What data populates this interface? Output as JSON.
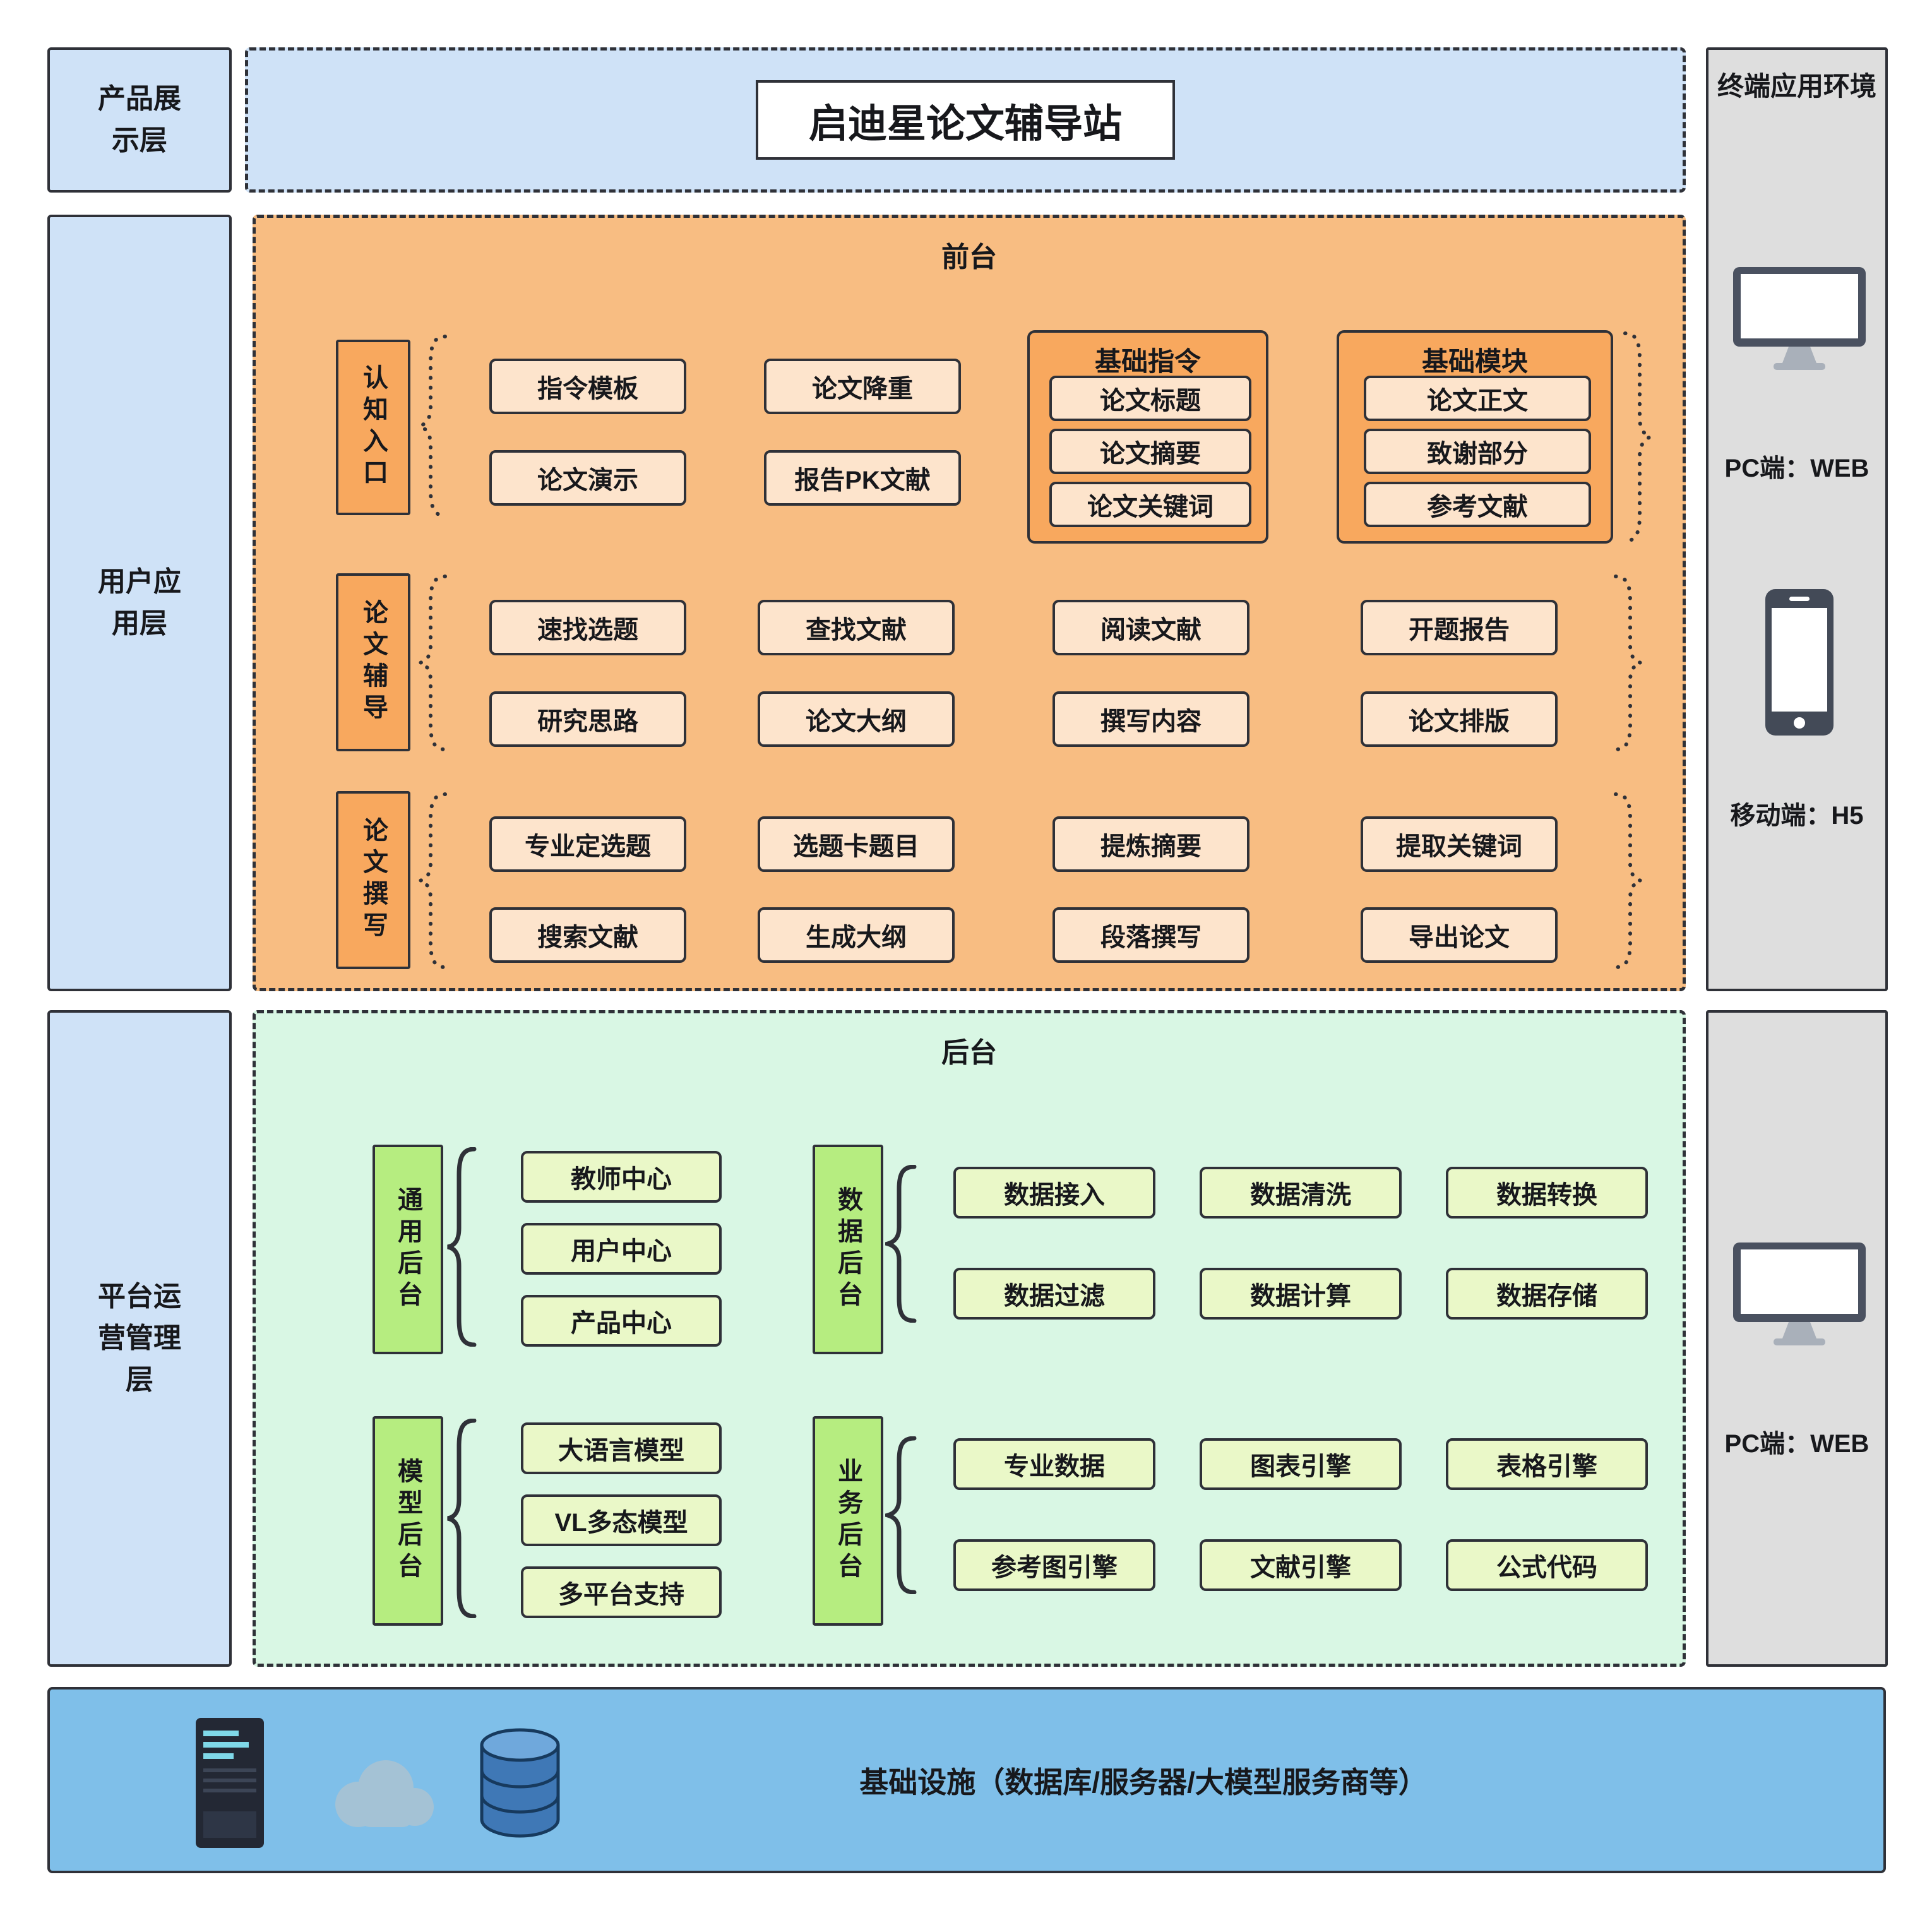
{
  "layers": {
    "product": "产品展示层",
    "user": "用户应用层",
    "platform": "平台运营管理层"
  },
  "title": "启迪星论文辅导站",
  "frontend": {
    "title": "前台",
    "cognition": {
      "label": "认知入口",
      "items": [
        "指令模板",
        "论文演示",
        "论文降重",
        "报告PK文献"
      ],
      "groups": [
        {
          "title": "基础指令",
          "items": [
            "论文标题",
            "论文摘要",
            "论文关键词"
          ]
        },
        {
          "title": "基础模块",
          "items": [
            "论文正文",
            "致谢部分",
            "参考文献"
          ]
        }
      ]
    },
    "tutoring": {
      "label": "论文辅导",
      "items": [
        "速找选题",
        "研究思路",
        "查找文献",
        "论文大纲",
        "阅读文献",
        "撰写内容",
        "开题报告",
        "论文排版"
      ]
    },
    "writing": {
      "label": "论文撰写",
      "items": [
        "专业定选题",
        "搜索文献",
        "选题卡题目",
        "生成大纲",
        "提炼摘要",
        "段落撰写",
        "提取关键词",
        "导出论文"
      ]
    }
  },
  "backend": {
    "title": "后台",
    "general": {
      "label": "通用后台",
      "items": [
        "教师中心",
        "用户中心",
        "产品中心"
      ]
    },
    "data": {
      "label": "数据后台",
      "items": [
        "数据接入",
        "数据清洗",
        "数据转换",
        "数据过滤",
        "数据计算",
        "数据存储"
      ]
    },
    "model": {
      "label": "模型后台",
      "items": [
        "大语言模型",
        "VL多态模型",
        "多平台支持"
      ]
    },
    "business": {
      "label": "业务后台",
      "items": [
        "专业数据",
        "图表引擎",
        "表格引擎",
        "参考图引擎",
        "文献引擎",
        "公式代码"
      ]
    }
  },
  "terminal": {
    "title": "终端应用环境",
    "pc": "PC端：WEB",
    "mobile": "移动端：H5",
    "pc2": "PC端：WEB"
  },
  "infrastructure": "基础设施（数据库/服务器/大模型服务商等）",
  "colors": {
    "layer_blue": "#cfe2f7",
    "frontend_orange": "#f8bd82",
    "frontend_item": "#fde4cc",
    "frontend_accent": "#f8a85e",
    "backend_green": "#d9f7e4",
    "backend_item": "#eaf8c8",
    "backend_accent": "#b6ed80",
    "panel_gray": "#dedede",
    "infra_blue": "#7fbfe9",
    "border_dark": "#2f3138"
  }
}
